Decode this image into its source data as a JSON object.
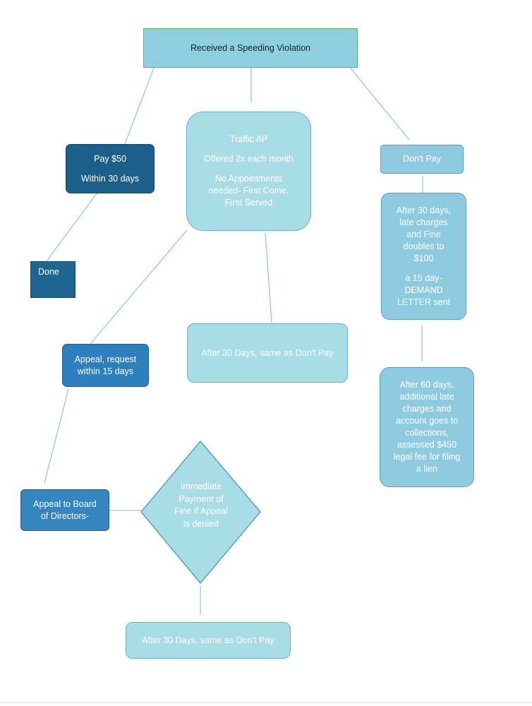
{
  "nodes": {
    "title": "Received a Speeding Violation",
    "pay": [
      "Pay $50",
      "Within 30 days"
    ],
    "done": "Done",
    "traffic_ap": [
      "Traffic AP",
      "Offered 2x each month",
      "No Appointments needed- First Come, First Served"
    ],
    "dont_pay": "Don't Pay",
    "after_30_late": [
      "After 30 days, late charges and Fine doubles to $100",
      "a 15 day- DEMAND LETTER sent"
    ],
    "after_30_same_1": "After 30 Days, same as Don't Pay",
    "after_60": "After 60 days, additional late charges and account goes to collections, assessed $450 legal fee for filing a lien",
    "appeal_request": "Appeal, request within 15 days",
    "appeal_board": "Appeal to Board of Directors-",
    "immediate_payment": "Immediate Payment of Fine if Appeal is denied",
    "after_30_same_2": "After 30 Days, same as Don't Pay"
  },
  "colors": {
    "line": "#93c9da",
    "dark_node": "#1d5f8b",
    "mid_node": "#2e7fbd",
    "light_node": "#a9dde6",
    "title_fill": "#8ecfe0",
    "title_border": "#5db25d"
  }
}
